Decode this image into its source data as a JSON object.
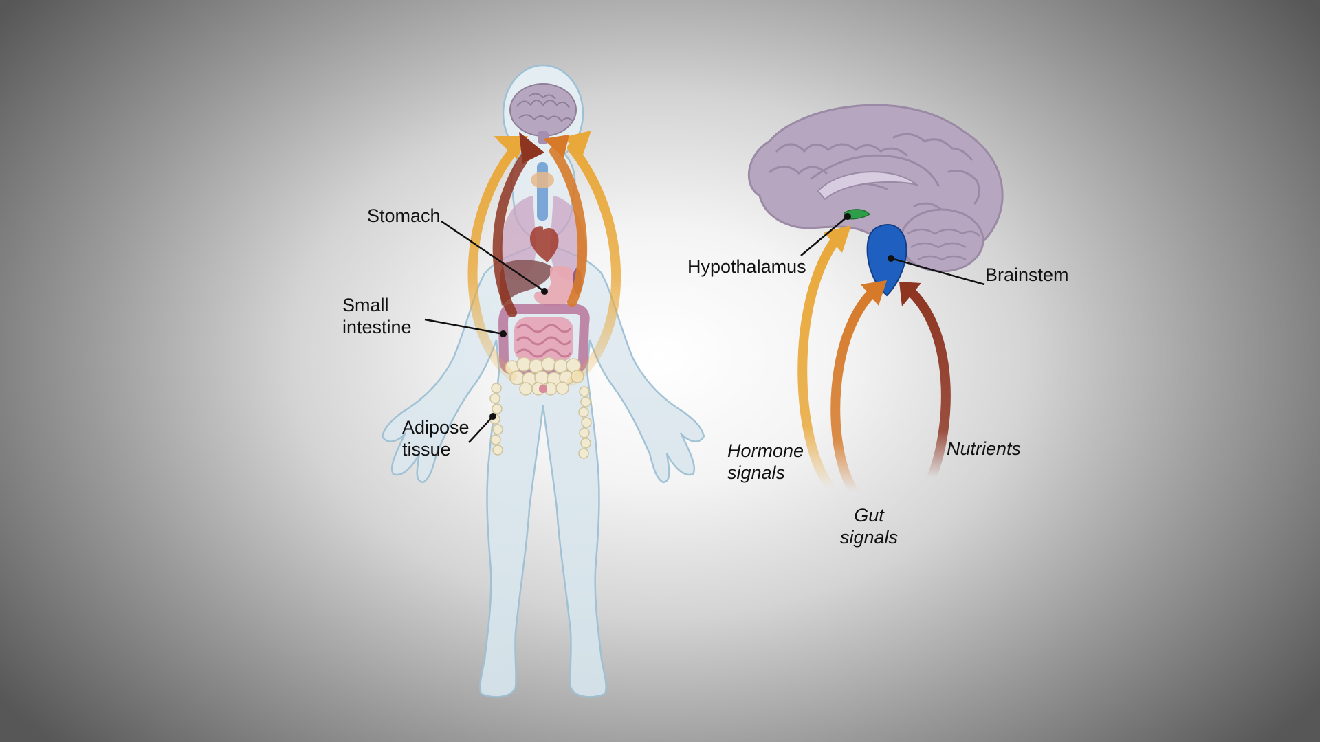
{
  "body_labels": {
    "stomach": "Stomach",
    "small_intestine": [
      "Small",
      "intestine"
    ],
    "adipose_tissue": [
      "Adipose",
      "tissue"
    ]
  },
  "brain_labels": {
    "hypothalamus": "Hypothalamus",
    "brainstem": "Brainstem"
  },
  "signal_labels": {
    "hormone_signals": [
      "Hormone",
      "signals"
    ],
    "gut_signals": [
      "Gut",
      "signals"
    ],
    "nutrients": "Nutrients"
  },
  "colors": {
    "hormone_arrow": "#E9A83A",
    "gut_arrow": "#D67A2A",
    "nutrient_arrow": "#8E3522",
    "hypothalamus": "#2E9E48",
    "brainstem": "#1F5FBF",
    "brain": "#B6A6BF",
    "body_outline": "#9EC0D4"
  }
}
